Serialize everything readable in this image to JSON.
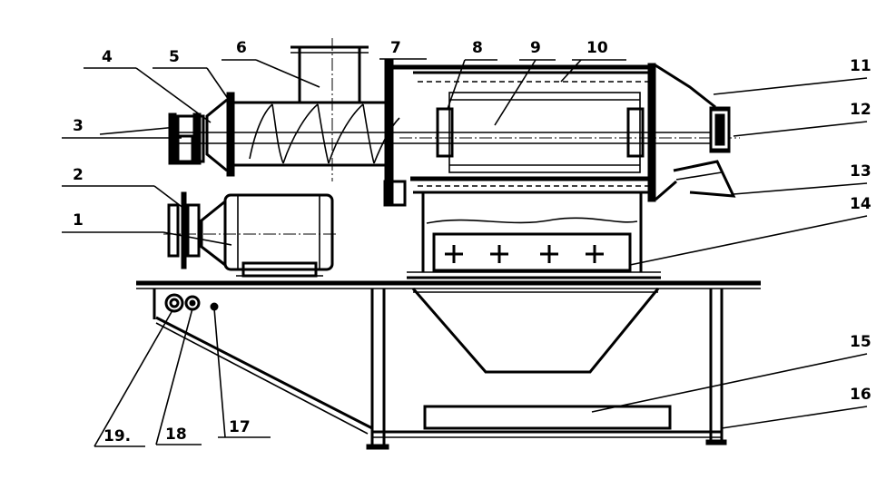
{
  "callouts": {
    "c1": "1",
    "c2": "2",
    "c3": "3",
    "c4": "4",
    "c5": "5",
    "c6": "6",
    "c7": "7",
    "c8": "8",
    "c9": "9",
    "c10": "10",
    "c11": "11",
    "c12": "12",
    "c13": "13",
    "c14": "14",
    "c15": "15",
    "c16": "16",
    "c17": "17",
    "c18": "18",
    "c19": "19."
  }
}
